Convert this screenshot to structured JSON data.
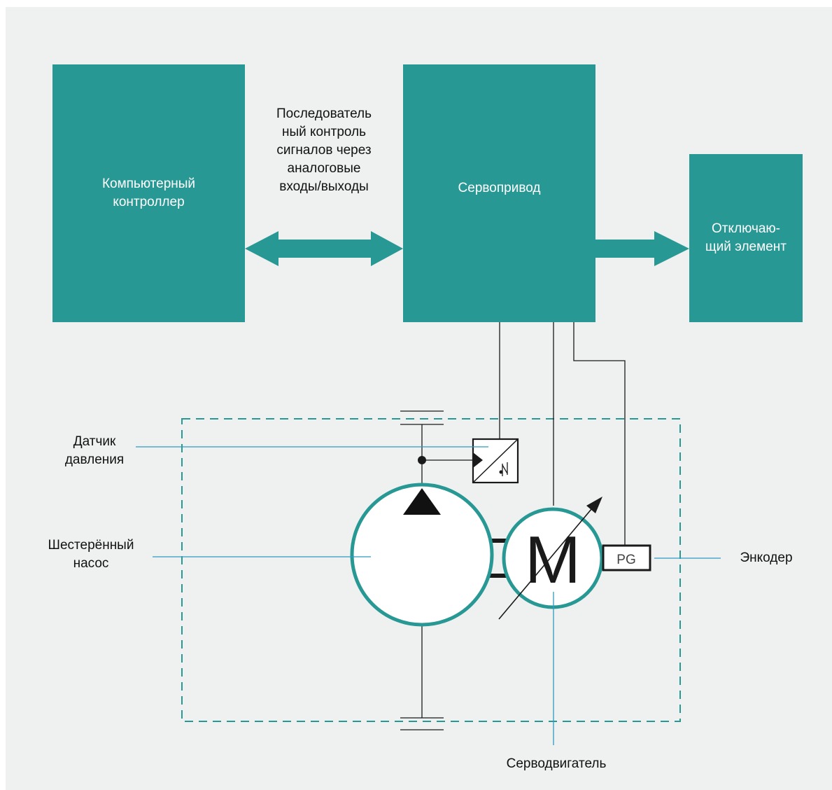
{
  "diagram": {
    "blocks": {
      "controller": "Компьютерный контроллер",
      "servo_drive": "Сервопривод",
      "disconnect_element": "Отключаю-щий элемент"
    },
    "controller_lines": [
      "Компьютерный",
      "контроллер"
    ],
    "disconnect_lines": [
      "Отключаю-",
      "щий элемент"
    ],
    "link_label_lines": [
      "Последователь",
      "ный контроль",
      "сигналов через",
      "аналоговые",
      "входы/выходы"
    ],
    "callouts": {
      "pressure_sensor": [
        "Датчик",
        "давления"
      ],
      "gear_pump": [
        "Шестерённый",
        "насос"
      ],
      "encoder": "Энкодер",
      "servo_motor": "Серводвигатель"
    },
    "motor_symbol": "M",
    "encoder_symbol": "PG"
  },
  "colors": {
    "teal": "#289894",
    "background": "#eef1f0",
    "callout_line": "#2e9bc1",
    "wire": "#1a1a1a"
  }
}
